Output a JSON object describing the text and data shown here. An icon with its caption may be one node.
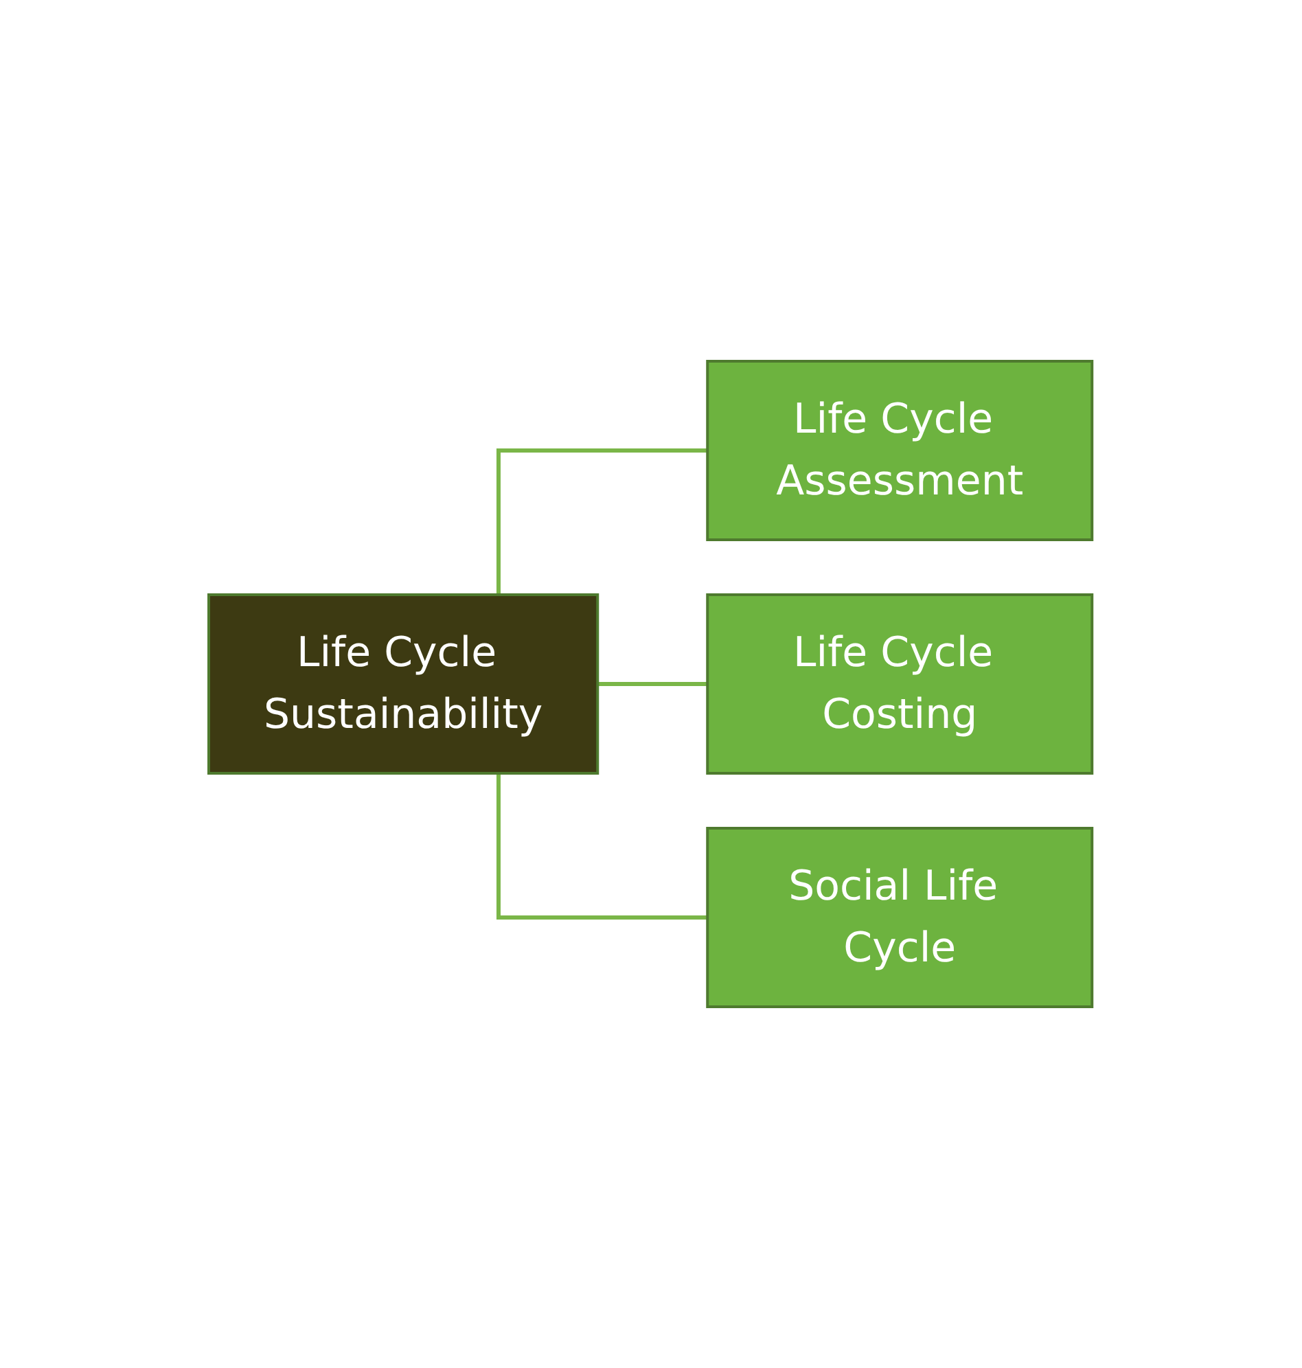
{
  "diagram": {
    "nodes": [
      {
        "text": [
          "Life Cycle Sustainability"
        ]
      },
      {
        "text": [
          "Life Cycle Assessment"
        ]
      },
      {
        "text": [
          "Life Cycle Costing"
        ]
      },
      {
        "text": [
          "Social Life Cycle"
        ]
      }
    ],
    "edges": [
      {
        "from": 0,
        "to": 1,
        "arrow": "none"
      },
      {
        "from": 0,
        "to": 2,
        "arrow": "none"
      },
      {
        "from": 0,
        "to": 3,
        "arrow": "none"
      }
    ]
  }
}
